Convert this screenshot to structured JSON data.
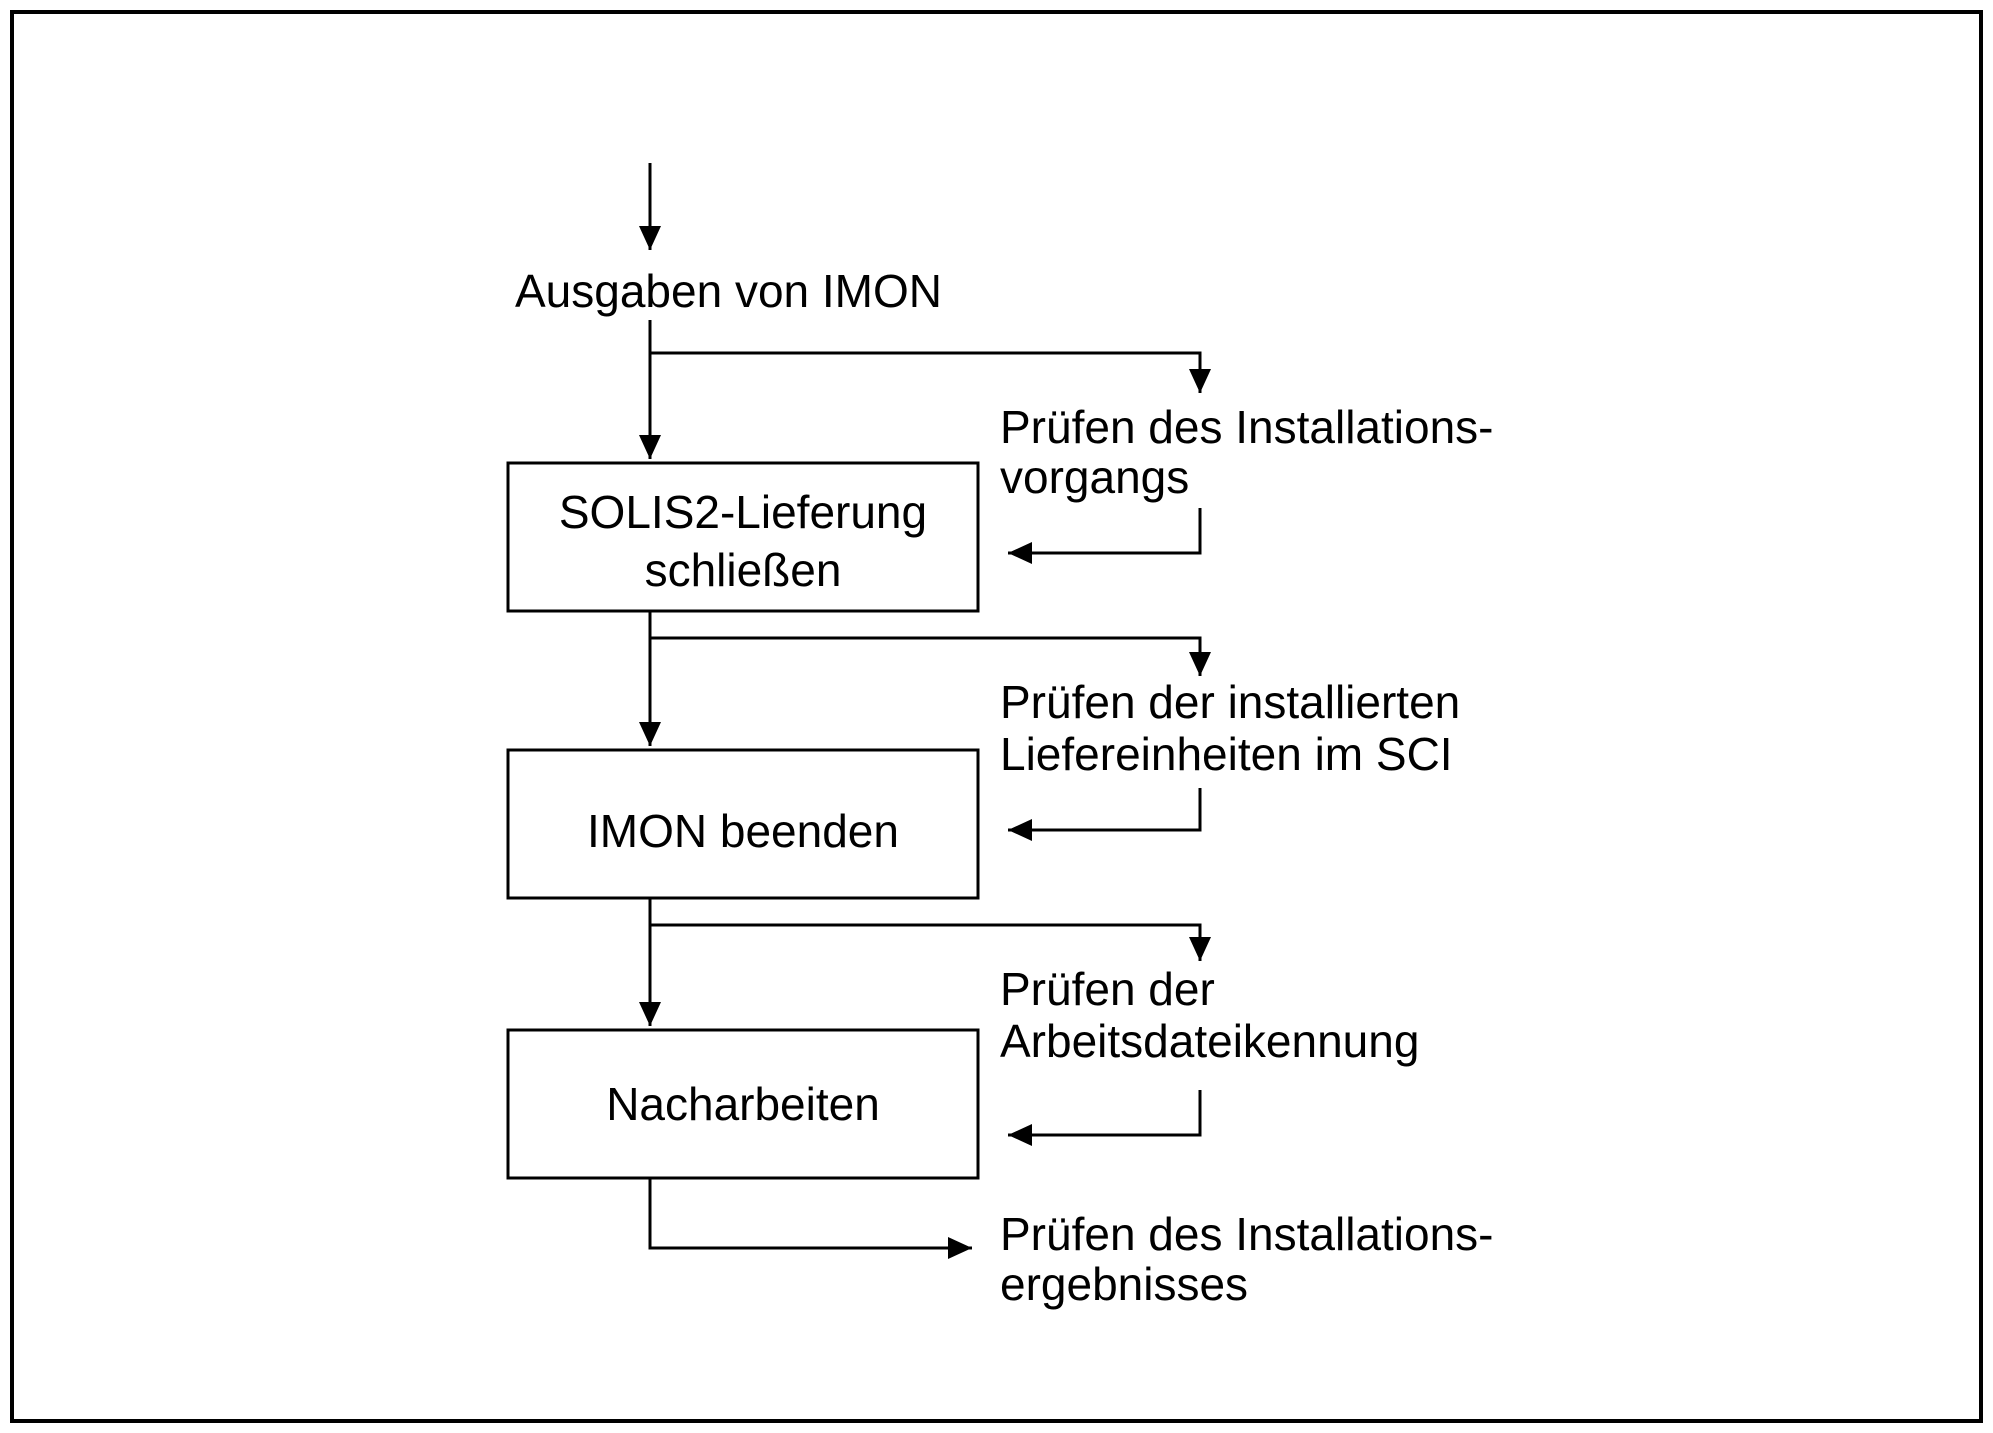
{
  "page": {
    "background": "#ffffff",
    "line_color": "#000000",
    "text_color": "#000000"
  },
  "flow": {
    "entry_label": "Ausgaben von IMON",
    "steps": [
      {
        "box_lines": [
          "SOLIS2-Lieferung",
          "schließen"
        ],
        "side_note_lines": [
          "Prüfen des Installations-",
          "vorgangs"
        ]
      },
      {
        "box_lines": [
          "IMON beenden",
          ""
        ],
        "side_note_lines": [
          "Prüfen der installierten",
          "Liefereinheiten im SCI"
        ]
      },
      {
        "box_lines": [
          "Nacharbeiten",
          ""
        ],
        "side_note_lines": [
          "Prüfen der",
          "Arbeitsdateikennung"
        ]
      }
    ],
    "exit_note_lines": [
      "Prüfen des Installations-",
      "ergebnisses"
    ]
  }
}
